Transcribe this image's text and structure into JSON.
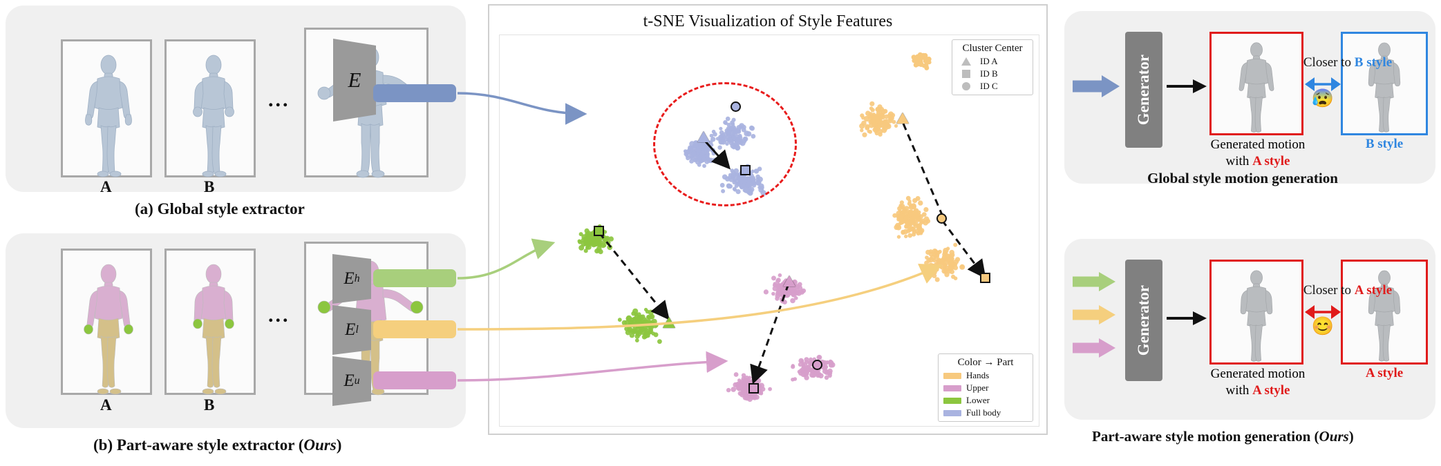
{
  "figure": {
    "panel_a": {
      "caption": "(a) Global style extractor",
      "frame_labels": [
        "A",
        "B"
      ],
      "ellipsis": "...",
      "encoder_label": "E",
      "feature_color": "#7b94c4",
      "body_color": "#b8c6d6"
    },
    "panel_b": {
      "caption": "(b) Part-aware style extractor (Ours)",
      "caption_plain": "(b) Part-aware style extractor (",
      "caption_italic": "Ours",
      "caption_tail": ")",
      "frame_labels": [
        "A",
        "B"
      ],
      "ellipsis": "...",
      "encoders": [
        {
          "label": "E",
          "sub": "h",
          "feature_color": "#a8cf7c"
        },
        {
          "label": "E",
          "sub": "l",
          "feature_color": "#f5cf7e"
        },
        {
          "label": "E",
          "sub": "u",
          "feature_color": "#d79ecb"
        }
      ],
      "body_colors": {
        "upper": "#d9afd0",
        "lower": "#d4c089",
        "hands": "#8cc63f"
      }
    },
    "tsne": {
      "title": "t-SNE Visualization of Style Features",
      "cluster_legend": {
        "title": "Cluster Center",
        "items": [
          {
            "marker": "triangle",
            "label": "ID A"
          },
          {
            "marker": "square",
            "label": "ID B"
          },
          {
            "marker": "circle",
            "label": "ID C"
          }
        ]
      },
      "color_legend": {
        "title": "Color → Part",
        "items": [
          {
            "color": "#f7c97e",
            "label": "Hands"
          },
          {
            "color": "#d79ecb",
            "label": "Upper"
          },
          {
            "color": "#8cc63f",
            "label": "Lower"
          },
          {
            "color": "#a9b3e0",
            "label": "Full body"
          }
        ]
      }
    },
    "panel_c": {
      "title": "Global style motion generation",
      "generator_label": "Generator",
      "arrow_color": "#7b94c4",
      "generated_caption_line1": "Generated motion",
      "generated_caption_line2_prefix": "with ",
      "generated_caption_line2_style": "A style",
      "compare_text": "Closer to ",
      "compare_style": "B style",
      "right_label": "B style",
      "emoji": "😰",
      "accent_red": "#e01b1b",
      "accent_blue": "#2f86e0"
    },
    "panel_d": {
      "title_plain": "Part-aware style motion generation (",
      "title_italic": "Ours",
      "title_tail": ")",
      "generator_label": "Generator",
      "arrow_colors": [
        "#a8cf7c",
        "#f5cf7e",
        "#d79ecb"
      ],
      "generated_caption_line1": "Generated motion",
      "generated_caption_line2_prefix": "with ",
      "generated_caption_line2_style": "A style",
      "compare_text": "Closer to ",
      "compare_style": "A style",
      "right_label": "A style",
      "emoji": "😊",
      "accent_red": "#e01b1b"
    }
  },
  "chart_data": {
    "type": "scatter",
    "title": "t-SNE Visualization of Style Features",
    "xlabel": "",
    "ylabel": "",
    "grid": false,
    "legend_position": "top-right and bottom-right",
    "series": [
      {
        "name": "Full body",
        "color": "#a9b3e0",
        "cluster_centers": [
          {
            "marker": "triangle",
            "id": "ID A",
            "x": 0.372,
            "y": 0.3
          },
          {
            "marker": "circle",
            "id": "ID C",
            "x": 0.432,
            "y": 0.255
          },
          {
            "marker": "square",
            "id": "ID B",
            "x": 0.452,
            "y": 0.37
          }
        ]
      },
      {
        "name": "Hands",
        "color": "#f7c97e",
        "cluster_centers": [
          {
            "marker": "triangle",
            "id": "ID A",
            "x": 0.7,
            "y": 0.215
          },
          {
            "marker": "circle",
            "id": "ID C",
            "x": 0.76,
            "y": 0.47
          },
          {
            "marker": "square",
            "id": "ID B",
            "x": 0.82,
            "y": 0.58
          }
        ]
      },
      {
        "name": "Lower",
        "color": "#8cc63f",
        "cluster_centers": [
          {
            "marker": "square",
            "id": "ID B",
            "x": 0.175,
            "y": 0.52
          },
          {
            "marker": "triangle",
            "id": "ID A",
            "x": 0.26,
            "y": 0.74
          }
        ]
      },
      {
        "name": "Upper",
        "color": "#d79ecb",
        "cluster_centers": [
          {
            "marker": "triangle",
            "id": "ID A",
            "x": 0.53,
            "y": 0.65
          },
          {
            "marker": "circle",
            "id": "ID C",
            "x": 0.58,
            "y": 0.85
          },
          {
            "marker": "square",
            "id": "ID B",
            "x": 0.462,
            "y": 0.9
          }
        ]
      }
    ],
    "annotations": [
      {
        "type": "dashed-circle",
        "color": "#e81b1b",
        "note": "highlights overlapping full-body clusters"
      },
      {
        "type": "dashed-arrow",
        "note": "intra-color cluster-center distances"
      }
    ]
  }
}
